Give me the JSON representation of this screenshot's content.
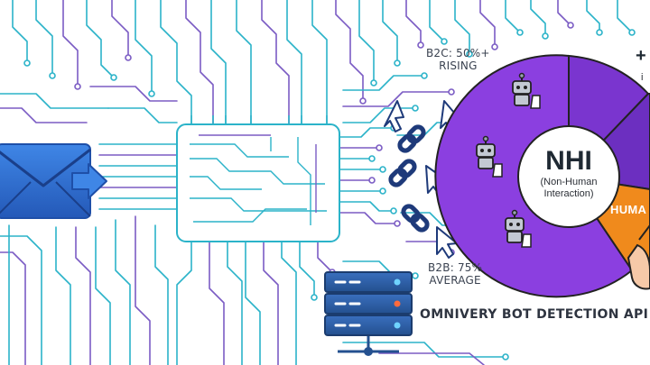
{
  "labels": {
    "b2c_line1": "B2C: 50%+",
    "b2c_line2": "RISING",
    "b2b_line1": "B2B: 75%",
    "b2b_line2": "AVERAGE",
    "api": "OMNIVERY BOT DETECTION API"
  },
  "pie": {
    "center_title": "NHI",
    "center_subtitle_1": "(Non-Human",
    "center_subtitle_2": "Interaction)",
    "human_label": "HUMA",
    "corner_plus": "+",
    "corner_text": "i"
  },
  "colors": {
    "circuit_teal": "#2bb3c9",
    "circuit_purple": "#7b5cc4",
    "pie_purple": "#8b3fe0",
    "pie_dark_purple": "#6c2fc0",
    "pie_orange": "#f08a1c",
    "envelope_blue": "#2f6fd6",
    "server_blue": "#2d5ea8",
    "link_navy": "#1e3a7a"
  }
}
